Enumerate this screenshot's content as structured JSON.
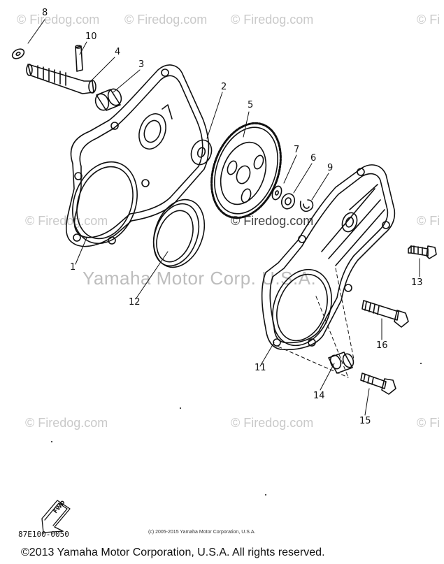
{
  "watermarks": {
    "firedog": "© Firedog.com",
    "firedog_partial": "© Fi",
    "yamaha": "Yamaha Motor Corp. U.S.A."
  },
  "callouts": [
    "1",
    "2",
    "3",
    "4",
    "5",
    "6",
    "7",
    "8",
    "9",
    "10",
    "11",
    "12",
    "13",
    "14",
    "15",
    "16"
  ],
  "fwd_label": "FWD",
  "part_code": "87E100-0050",
  "small_copyright": "(c) 2005-2015 Yamaha Motor Corporation, U.S.A.",
  "footer_copyright": "©2013 Yamaha Motor Corporation, U.S.A. All rights reserved."
}
